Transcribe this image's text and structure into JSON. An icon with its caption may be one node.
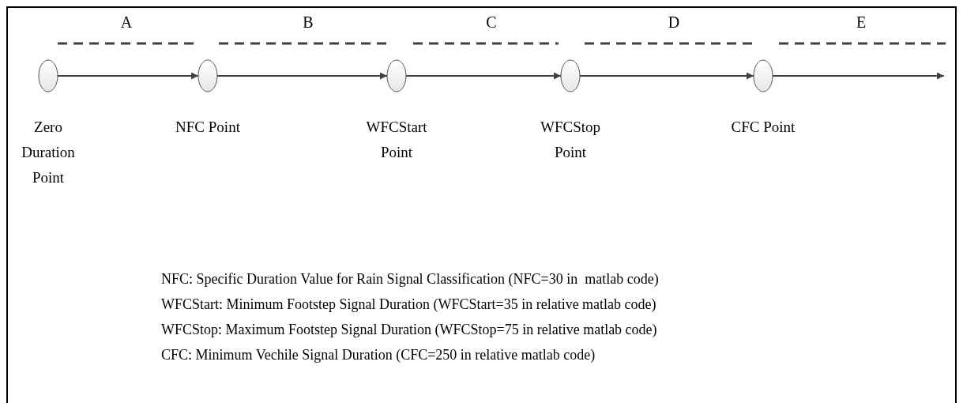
{
  "diagram": {
    "nodes": [
      {
        "text": [
          "Zero Duration Point"
        ]
      },
      {
        "text": [
          "NFC Point"
        ]
      },
      {
        "text": [
          "WFCStart Point"
        ]
      },
      {
        "text": [
          "WFCStop Point"
        ]
      },
      {
        "text": [
          "CFC Point"
        ]
      }
    ],
    "edges": [
      {
        "from": 0,
        "to": 1,
        "arrow": "to"
      },
      {
        "from": 1,
        "to": 2,
        "arrow": "to"
      },
      {
        "from": 2,
        "to": 3,
        "arrow": "to"
      },
      {
        "from": 3,
        "to": 4,
        "arrow": "to"
      },
      {
        "from": 4,
        "to": null,
        "arrow": "to"
      }
    ],
    "labels": [
      "A",
      "B",
      "C",
      "D",
      "E",
      "NFC: Specific Duration Value for Rain Signal Classification (NFC=30 in  matlab code)",
      "WFCStart: Minimum Footstep Signal Duration (WFCStart=35 in relative matlab code)",
      "WFCStop: Maximum Footstep Signal Duration (WFCStop=75 in relative matlab code)",
      "CFC: Minimum Vechile Signal Duration (CFC=250 in relative matlab code)"
    ]
  }
}
